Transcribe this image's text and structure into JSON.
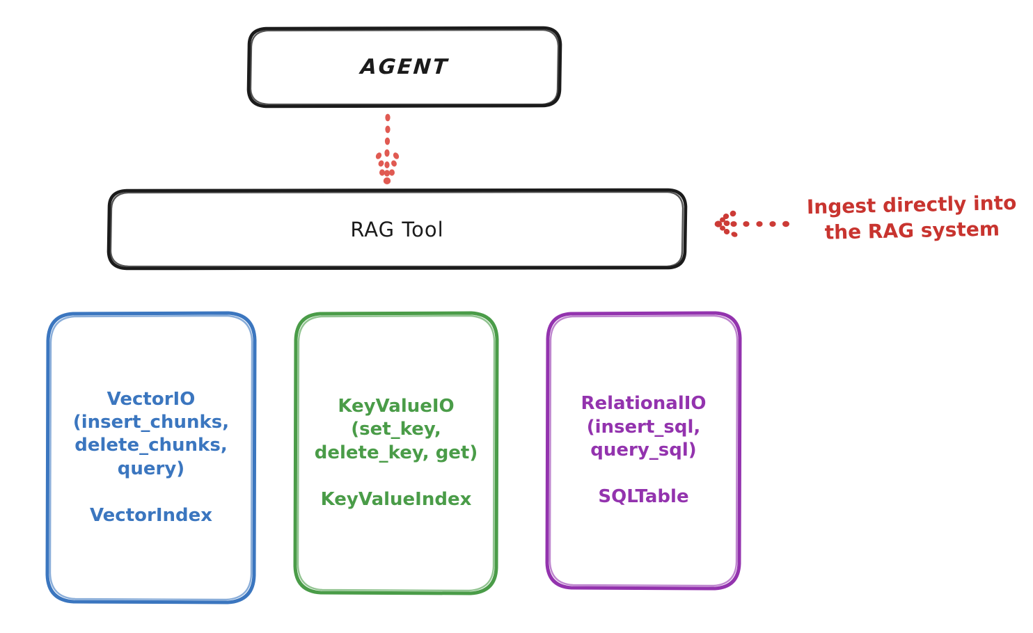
{
  "diagram": {
    "title": "RAG Tool storage API diagram",
    "background": "#ffffff",
    "nodes": {
      "agent": {
        "label": "AGENT",
        "stroke": "#1b1b1b",
        "shape": "rounded-rectangle"
      },
      "rag_tool": {
        "label": "RAG Tool",
        "stroke": "#1b1b1b",
        "shape": "rounded-rectangle"
      },
      "vector_io": {
        "api": "VectorIO\n(insert_chunks,\ndelete_chunks,\nquery)",
        "index": "VectorIndex",
        "stroke": "#3b76bf",
        "shape": "rounded-rectangle"
      },
      "key_value_io": {
        "api": "KeyValueIO\n(set_key,\ndelete_key, get)",
        "index": "KeyValueIndex",
        "stroke": "#4a9c48",
        "shape": "rounded-rectangle"
      },
      "relational_io": {
        "api": "RelationalIO\n(insert_sql,\nquery_sql)",
        "index": "SQLTable",
        "stroke": "#9333ae",
        "shape": "rounded-rectangle"
      }
    },
    "annotations": {
      "ingest_note": {
        "text": "Ingest directly into\nthe RAG system",
        "color": "#c8342f"
      }
    },
    "connectors": {
      "agent_to_rag": {
        "style": "dotted",
        "color": "#e05a52",
        "direction": "down",
        "arrowhead": true
      },
      "note_to_rag": {
        "style": "dotted",
        "color": "#cc3b36",
        "direction": "left",
        "arrowhead": true
      },
      "rag_to_leaves": {
        "style": "none",
        "color": "#1b1b1b"
      }
    }
  }
}
